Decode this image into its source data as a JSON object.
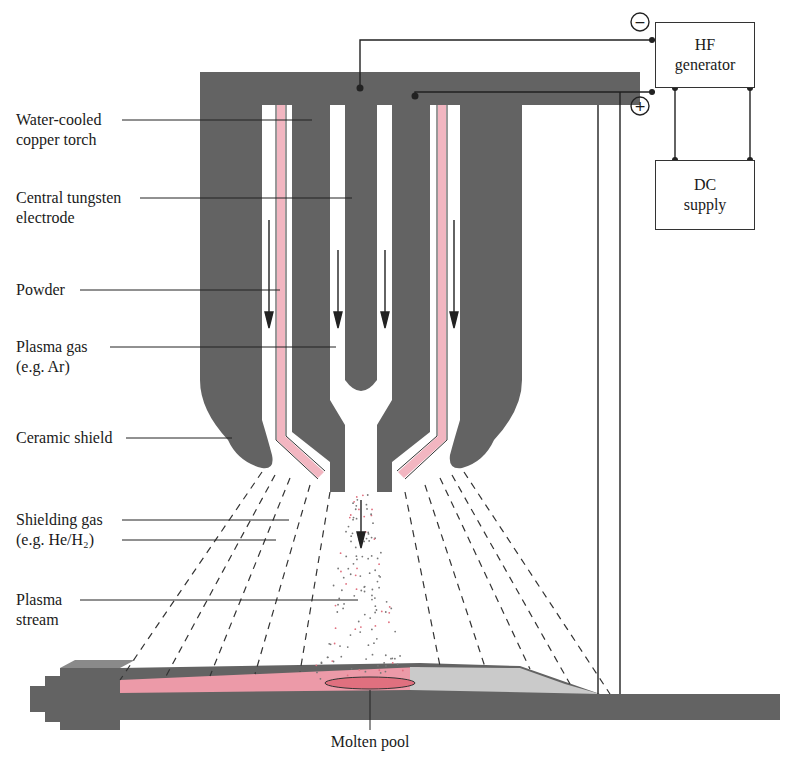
{
  "diagram": {
    "nodes": [
      {
        "text": [
          "HF generator"
        ]
      },
      {
        "text": [
          "DC supply"
        ]
      }
    ],
    "edges": [
      {
        "from": 0,
        "to": 1,
        "arrow": "none"
      },
      {
        "from": 0,
        "to": 1,
        "arrow": "none"
      }
    ],
    "labels": [
      "−",
      "+",
      "Water-cooled copper torch",
      "Central tungsten electrode",
      "Powder",
      "Plasma gas (e.g. Ar)",
      "Ceramic shield",
      "Shielding gas (e.g. He/H₂)",
      "Plasma stream",
      "Molten pool"
    ]
  }
}
